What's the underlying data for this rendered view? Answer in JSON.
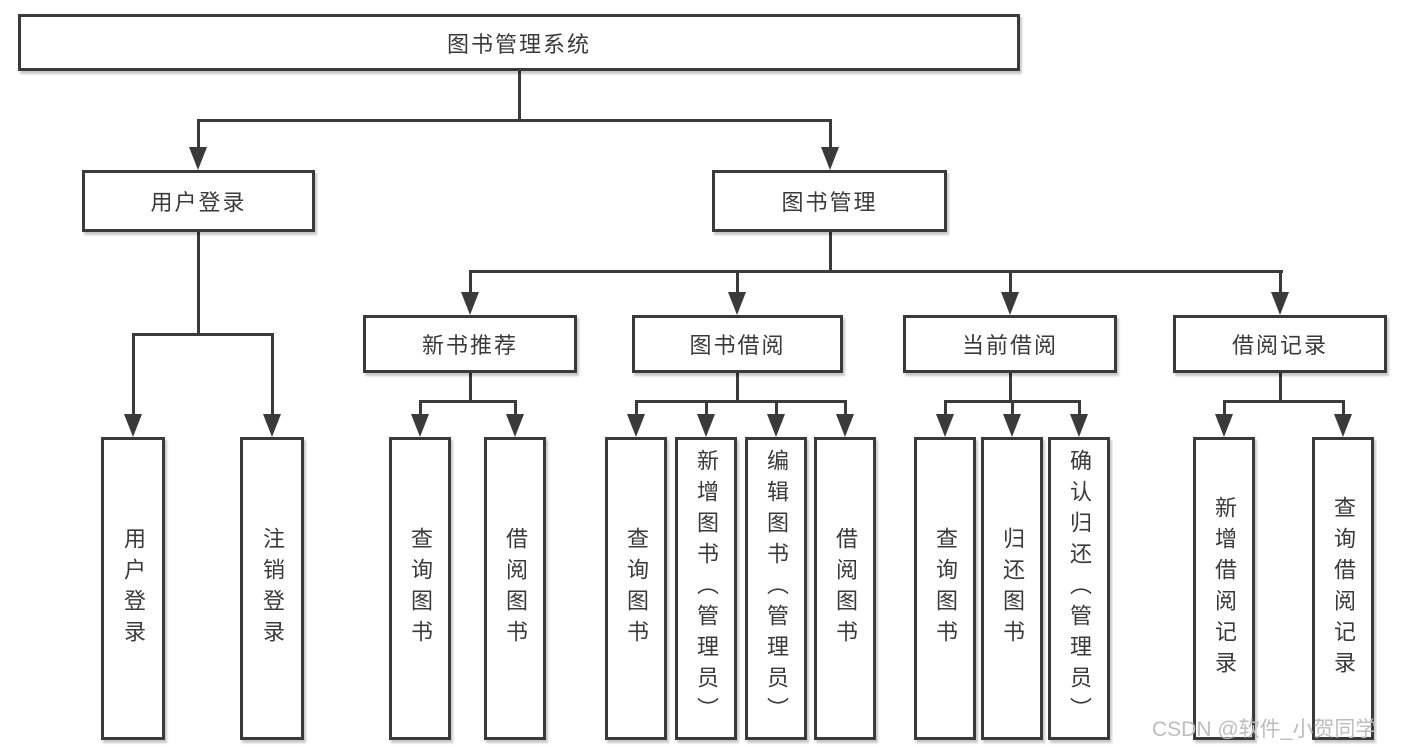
{
  "tree": {
    "label": "图书管理系统",
    "children": [
      {
        "label": "用户登录",
        "children": [
          {
            "label": "用户登录"
          },
          {
            "label": "注销登录"
          }
        ]
      },
      {
        "label": "图书管理",
        "children": [
          {
            "label": "新书推荐",
            "children": [
              {
                "label": "查询图书"
              },
              {
                "label": "借阅图书"
              }
            ]
          },
          {
            "label": "图书借阅",
            "children": [
              {
                "label": "查询图书"
              },
              {
                "label": "新增图书（管理员）"
              },
              {
                "label": "编辑图书（管理员）"
              },
              {
                "label": "借阅图书"
              }
            ]
          },
          {
            "label": "当前借阅",
            "children": [
              {
                "label": "查询图书"
              },
              {
                "label": "归还图书"
              },
              {
                "label": "确认归还（管理员）"
              }
            ]
          },
          {
            "label": "借阅记录",
            "children": [
              {
                "label": "新增借阅记录"
              },
              {
                "label": "查询借阅记录"
              }
            ]
          }
        ]
      }
    ]
  },
  "watermark": {
    "text": "CSDN @软件_小贺同学"
  },
  "colors": {
    "line": "#3a3a3a",
    "text": "#3a3a3a",
    "background": "#ffffff",
    "watermark": "#bdbdbd"
  }
}
